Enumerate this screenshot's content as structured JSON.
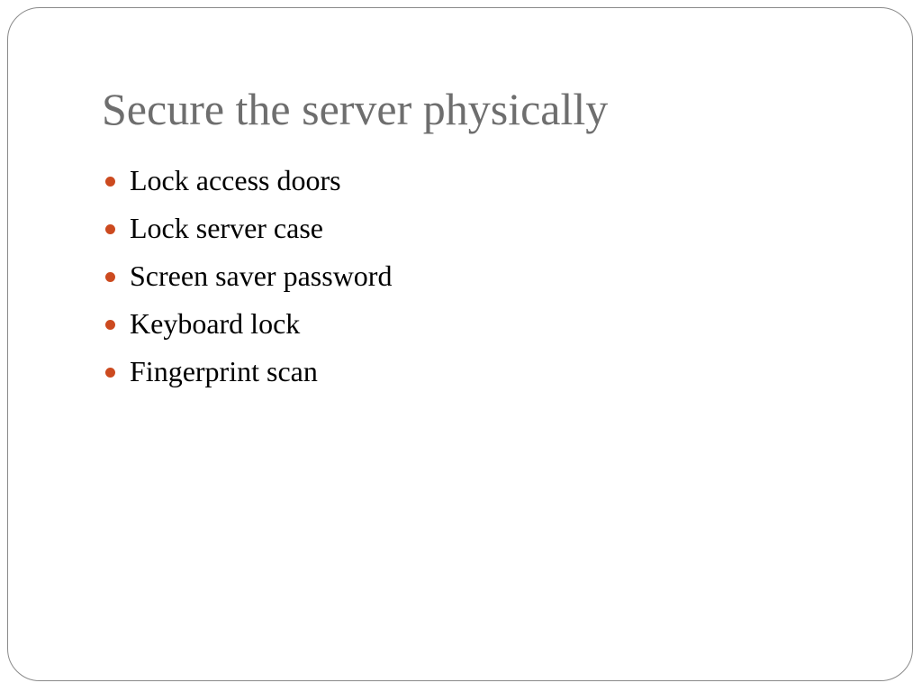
{
  "slide": {
    "title": "Secure the server physically",
    "bullet_color": "#cc4a1f",
    "bullets": [
      {
        "text": "Lock access doors"
      },
      {
        "text": "Lock server case"
      },
      {
        "text": "Screen saver password"
      },
      {
        "text": "Keyboard lock"
      },
      {
        "text": "Fingerprint scan"
      }
    ]
  }
}
